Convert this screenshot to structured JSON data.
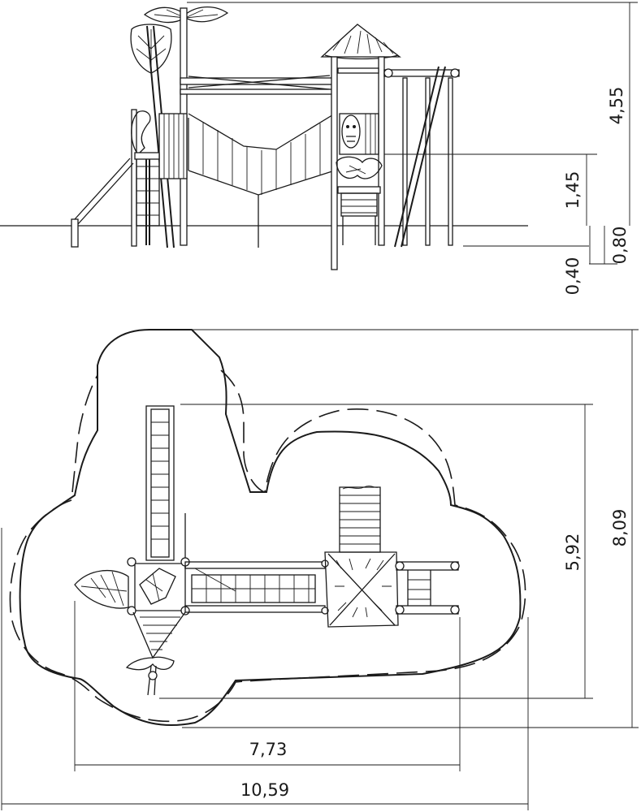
{
  "elevation": {
    "dimensions": {
      "total_height": "4,55",
      "platform_height": "1,45",
      "foundation_depth": "0,80",
      "inner_depth": "0,40"
    }
  },
  "plan": {
    "dimensions": {
      "inner_width": "7,73",
      "outer_width": "10,59",
      "inner_depth": "5,92",
      "outer_depth": "8,09"
    }
  }
}
